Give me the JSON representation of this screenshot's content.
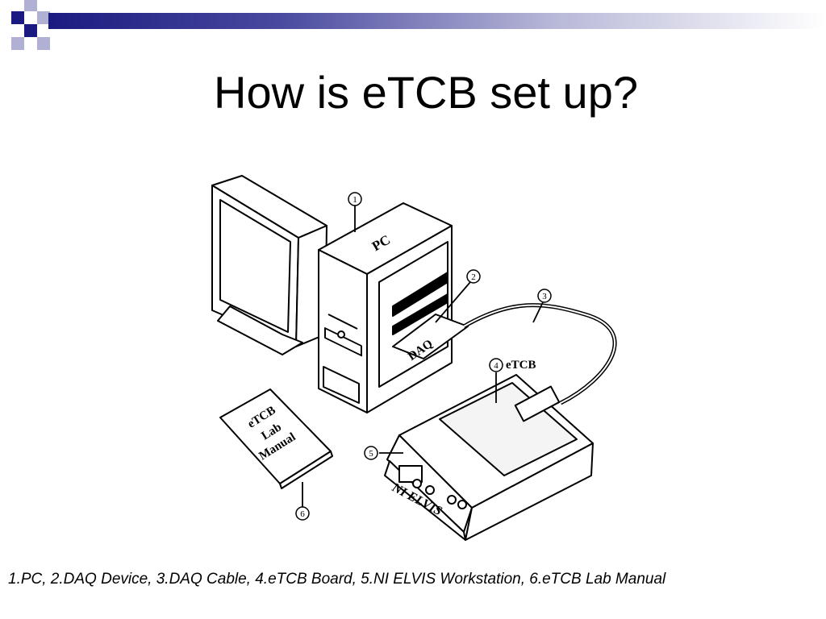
{
  "slide": {
    "title": "How is eTCB set up?",
    "caption": "1.PC, 2.DAQ Device, 3.DAQ Cable, 4.eTCB Board, 5.NI ELVIS Workstation, 6.eTCB Lab Manual"
  },
  "colors": {
    "accent_dark": "#1a1a80",
    "accent_light": "#9a9ac8"
  },
  "diagram": {
    "pc_label": "PC",
    "daq_label": "DAQ",
    "etcb_label": "eTCB",
    "manual_line1": "eTCB",
    "manual_line2": "Lab",
    "manual_line3": "Manual",
    "elvis_label": "NI ELVIS",
    "callouts": [
      "1",
      "2",
      "3",
      "4",
      "5",
      "6"
    ]
  }
}
